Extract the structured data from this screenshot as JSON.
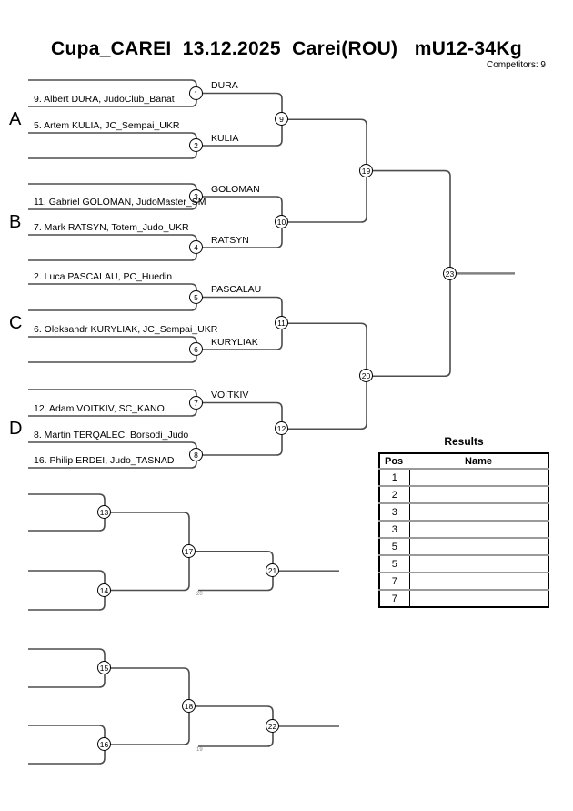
{
  "header": {
    "title": "Cupa_CAREI  13.12.2025  Carei(ROU)   mU12-34Kg",
    "competitors": "Competitors: 9"
  },
  "sections": {
    "a": "A",
    "b": "B",
    "c": "C",
    "d": "D"
  },
  "entries": [
    "9. Albert DURA, JudoClub_Banat",
    "5. Artem KULIA, JC_Sempai_UKR",
    "11. Gabriel GOLOMAN, JudoMaster_SM",
    "7. Mark RATSYN, Totem_Judo_UKR",
    "2. Luca PASCALAU, PC_Huedin",
    "6. Oleksandr KURYLIAK, JC_Sempai_UKR",
    "12. Adam VOITKIV, SC_KANO",
    "8. Martin TERQALEC, Borsodi_Judo",
    "16. Philip ERDEI, Judo_TASNAD"
  ],
  "winners": [
    "DURA",
    "KULIA",
    "GOLOMAN",
    "RATSYN",
    "PASCALAU",
    "KURYLIAK",
    "VOITKIV"
  ],
  "match_numbers": [
    "1",
    "2",
    "3",
    "4",
    "5",
    "6",
    "7",
    "8",
    "9",
    "10",
    "11",
    "12",
    "13",
    "14",
    "15",
    "16",
    "17",
    "18",
    "19",
    "20",
    "21",
    "22",
    "23"
  ],
  "loser_refs": {
    "rep1": "20",
    "rep2": "19"
  },
  "results": {
    "title": "Results",
    "col_pos": "Pos",
    "col_name": "Name",
    "rows": [
      {
        "pos": "1",
        "name": ""
      },
      {
        "pos": "2",
        "name": ""
      },
      {
        "pos": "3",
        "name": ""
      },
      {
        "pos": "3",
        "name": ""
      },
      {
        "pos": "5",
        "name": ""
      },
      {
        "pos": "5",
        "name": ""
      },
      {
        "pos": "7",
        "name": ""
      },
      {
        "pos": "7",
        "name": ""
      }
    ]
  }
}
